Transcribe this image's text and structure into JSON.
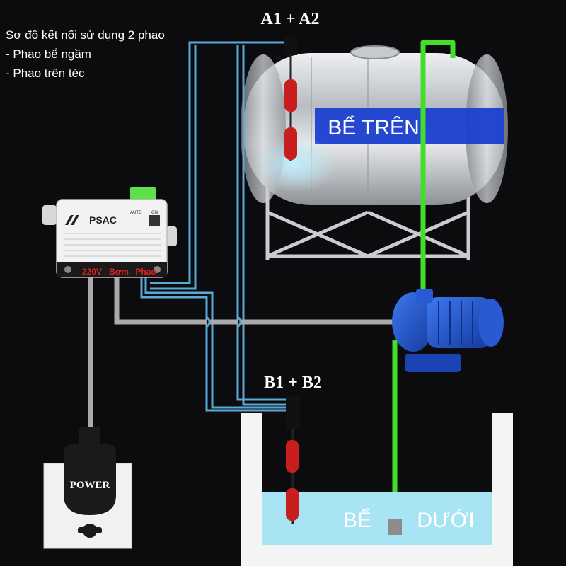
{
  "legend": {
    "title": "Sơ đồ kết nối sử dụng 2 phao",
    "items": [
      "- Phao bể ngầm",
      "- Phao trên téc"
    ]
  },
  "labels": {
    "upper_float": "A1 + A2",
    "lower_float": "B1 + B2",
    "upper_tank": "BỂ TRÊN",
    "lower_tank_left": "BỂ",
    "lower_tank_right": "DƯỚI",
    "power": "POWER"
  },
  "controller": {
    "brand": "PSAC",
    "terminal_220v": "220V",
    "terminal_pump": "Bơm",
    "terminal_float": "Phao",
    "switch_left": "AUTO",
    "switch_right": "ON"
  },
  "colors": {
    "wire": "#5aa8d8",
    "cable": "#a9aaa9",
    "pipe": "#44dd2a",
    "water": "#a9e4f5",
    "tank_label_bg": "#1b3fd0",
    "float_red": "#c81e1e",
    "controller_accent": "#e02020",
    "pump_blue": "#1f4fc8"
  }
}
